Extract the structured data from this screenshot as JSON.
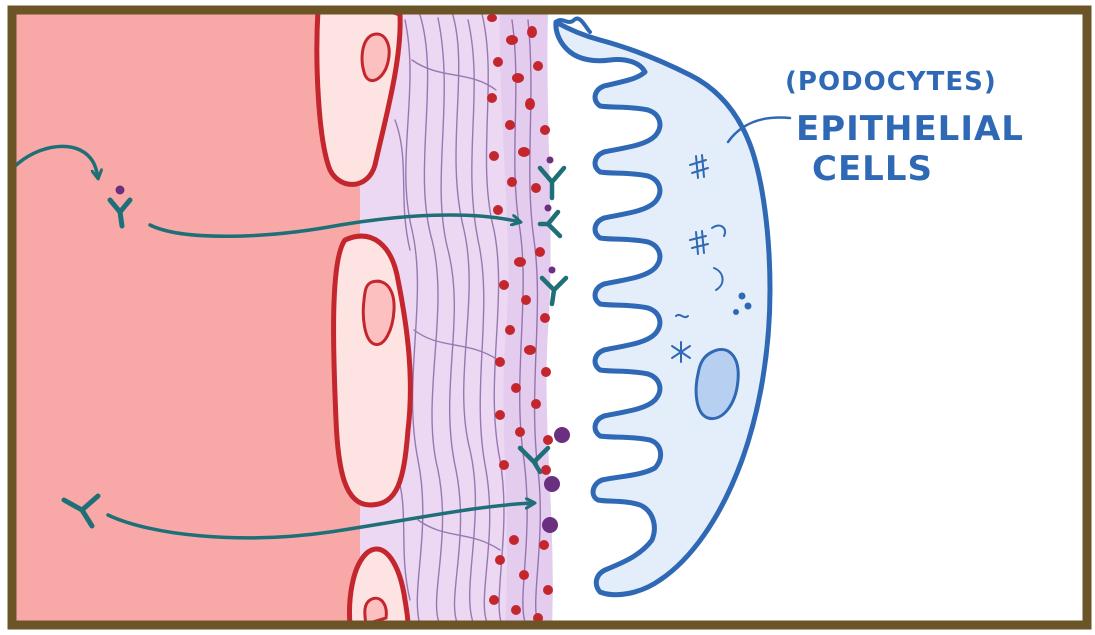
{
  "labels": {
    "podocytes": "(PODOCYTES)",
    "epithelial": "EPITHELIAL",
    "cells": "CELLS"
  },
  "colors": {
    "frame": "#6b5526",
    "blood": "#f8a9a7",
    "endothelium_outline": "#c4262e",
    "endothelium_fill": "#fde3e1",
    "nucleus_fill": "#fbc0bf",
    "membrane": "#ecd8f2",
    "membrane_fibers": "#7a5a9a",
    "red_dots": "#c4262e",
    "purple_dots": "#6b2f7f",
    "antibody": "#1f6f78",
    "podocyte_outline": "#2f69b5",
    "podocyte_fill": "#e4eefa"
  },
  "icons": [
    "antibody-icon",
    "antigen-dot-icon",
    "arrow-icon"
  ]
}
